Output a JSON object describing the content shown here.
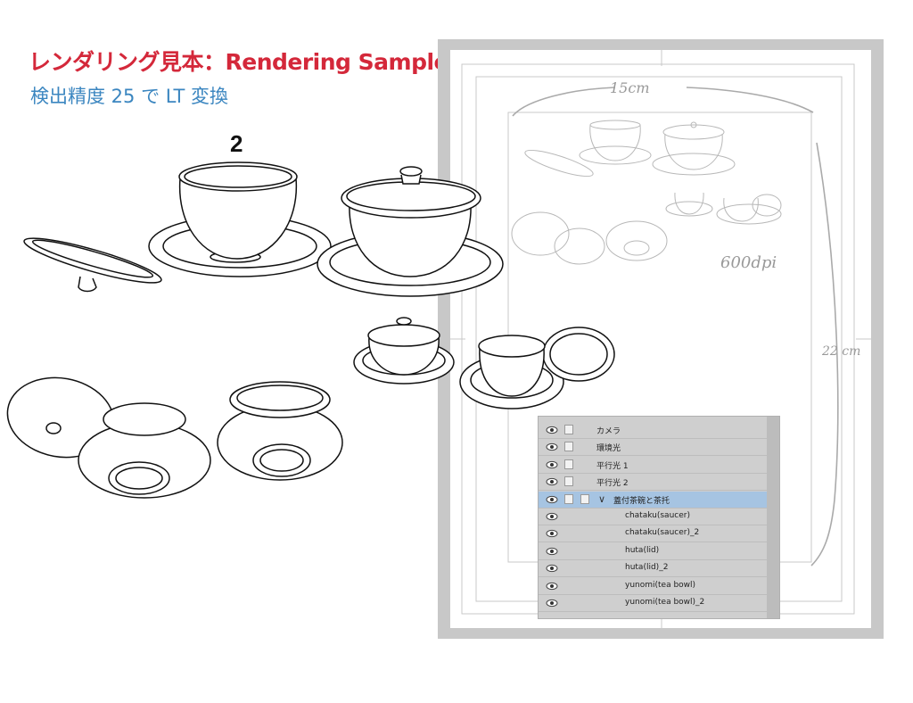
{
  "header": {
    "title": "レンダリング見本：Rendering Samples",
    "subtitle": "検出精度 25 で LT 変換",
    "sample_number": "2"
  },
  "sketch": {
    "width_note": "15cm",
    "height_note": "22 cm",
    "dpi_note": "600dpi"
  },
  "layer_panel": {
    "layers": [
      {
        "name": "カメラ",
        "indent": false,
        "selected": false
      },
      {
        "name": "環境光",
        "indent": false,
        "selected": false
      },
      {
        "name": "平行光 1",
        "indent": false,
        "selected": false
      },
      {
        "name": "平行光 2",
        "indent": false,
        "selected": false
      },
      {
        "name": "蓋付茶碗と茶托",
        "indent": false,
        "selected": true,
        "folder": true
      },
      {
        "name": "chataku(saucer)",
        "indent": true,
        "selected": false
      },
      {
        "name": "chataku(saucer)_2",
        "indent": true,
        "selected": false
      },
      {
        "name": "huta(lid)",
        "indent": true,
        "selected": false
      },
      {
        "name": "huta(lid)_2",
        "indent": true,
        "selected": false
      },
      {
        "name": "yunomi(tea bowl)",
        "indent": true,
        "selected": false
      },
      {
        "name": "yunomi(tea bowl)_2",
        "indent": true,
        "selected": false
      }
    ]
  },
  "colors": {
    "title": "#d4283a",
    "subtitle": "#3b86c0",
    "selected_layer": "#a6c4e2"
  }
}
